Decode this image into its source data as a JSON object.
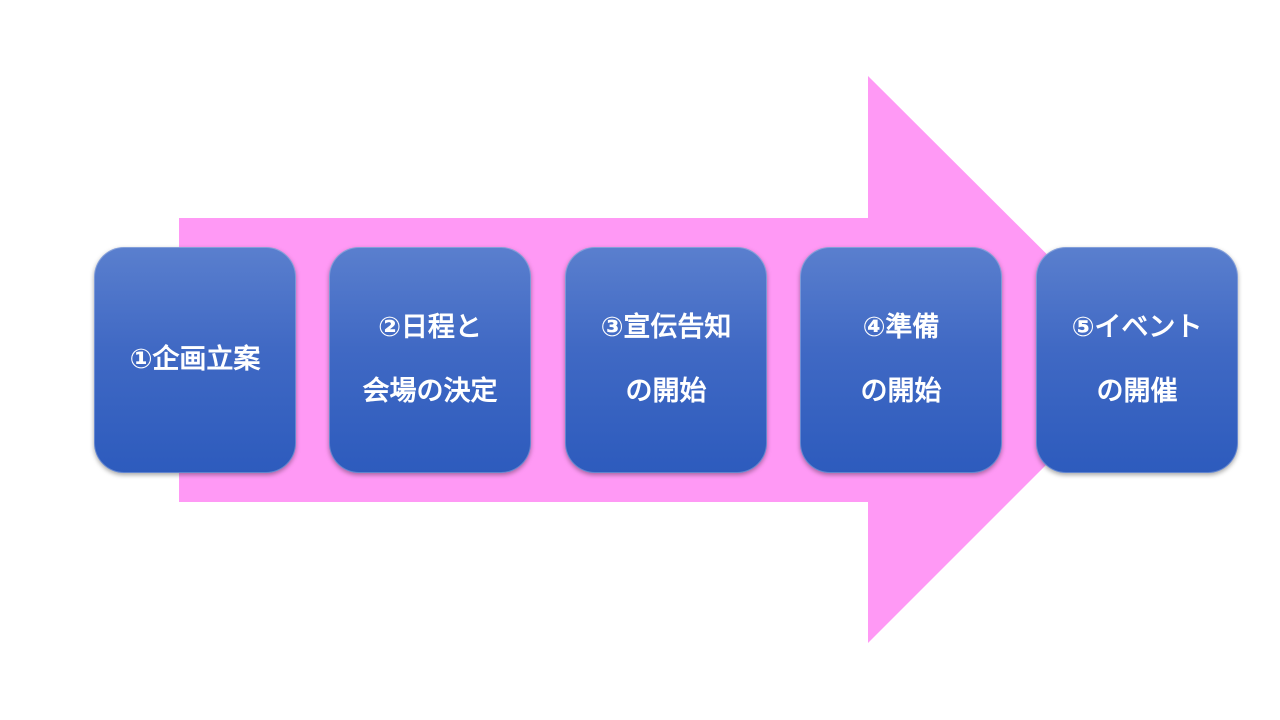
{
  "diagram": {
    "arrow_color": "#ff99f5",
    "box_color": "#3f66c3",
    "text_color": "#ffffff",
    "steps": [
      {
        "line1": "①企画立案",
        "line2": ""
      },
      {
        "line1": "②日程と",
        "line2": "会場の決定"
      },
      {
        "line1": "③宣伝告知",
        "line2": "の開始"
      },
      {
        "line1": "④準備",
        "line2": "の開始"
      },
      {
        "line1": "⑤イベント",
        "line2": "の開催"
      }
    ]
  }
}
